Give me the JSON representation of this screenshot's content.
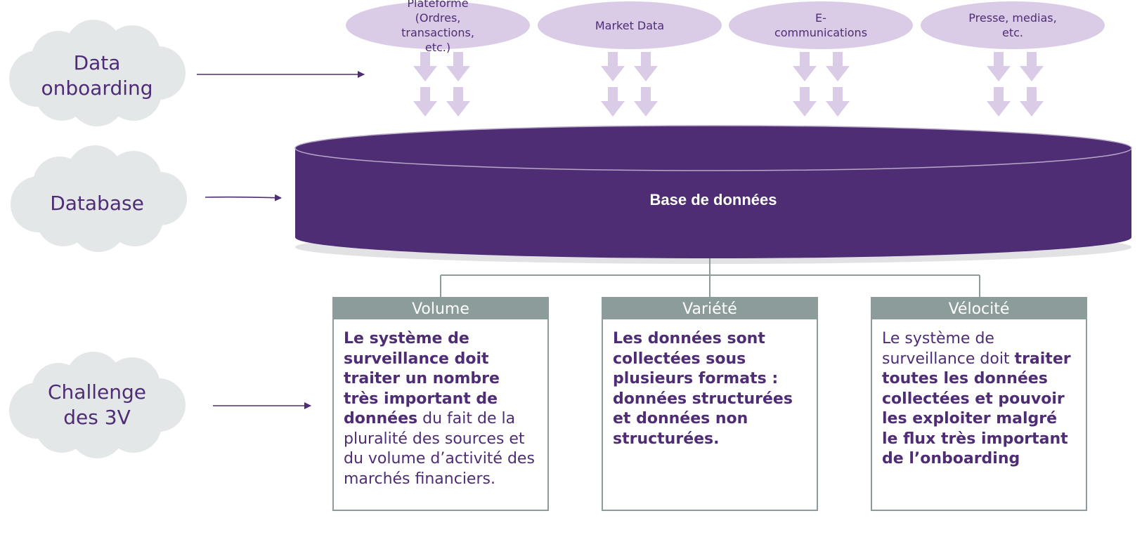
{
  "sources": [
    {
      "label_line1": "Plateforme (Ordres,",
      "label_line2": "transactions, etc.)"
    },
    {
      "label_line1": "Market Data",
      "label_line2": ""
    },
    {
      "label_line1": "E-communications",
      "label_line2": ""
    },
    {
      "label_line1": "Presse, medias,",
      "label_line2": "etc."
    }
  ],
  "stages": {
    "onboarding": {
      "line1": "Data",
      "line2": "onboarding"
    },
    "database": {
      "line1": "Database"
    },
    "challenge": {
      "line1": "Challenge",
      "line2": "des 3V"
    }
  },
  "database": {
    "label": "Base de données"
  },
  "challenges": [
    {
      "title": "Volume",
      "bold": "Le système de surveillance doit traiter un nombre très important de données",
      "normal": " du fait de la pluralité des sources et du volume d’activité des marchés financiers."
    },
    {
      "title": "Variété",
      "bold": "Les données sont collectées sous plusieurs formats : données structurées et données non structurées.",
      "normal": ""
    },
    {
      "title": "Vélocité",
      "normal": "Le système de surveillance doit ",
      "bold": "traiter toutes les données collectées et pouvoir les exploiter malgré le flux très important de l’onboarding"
    }
  ],
  "colors": {
    "purple_dark": "#4e2d75",
    "purple_light": "#dacbe6",
    "cloud_gray": "#e4e7e8",
    "teal_gray": "#8b9c9a"
  }
}
